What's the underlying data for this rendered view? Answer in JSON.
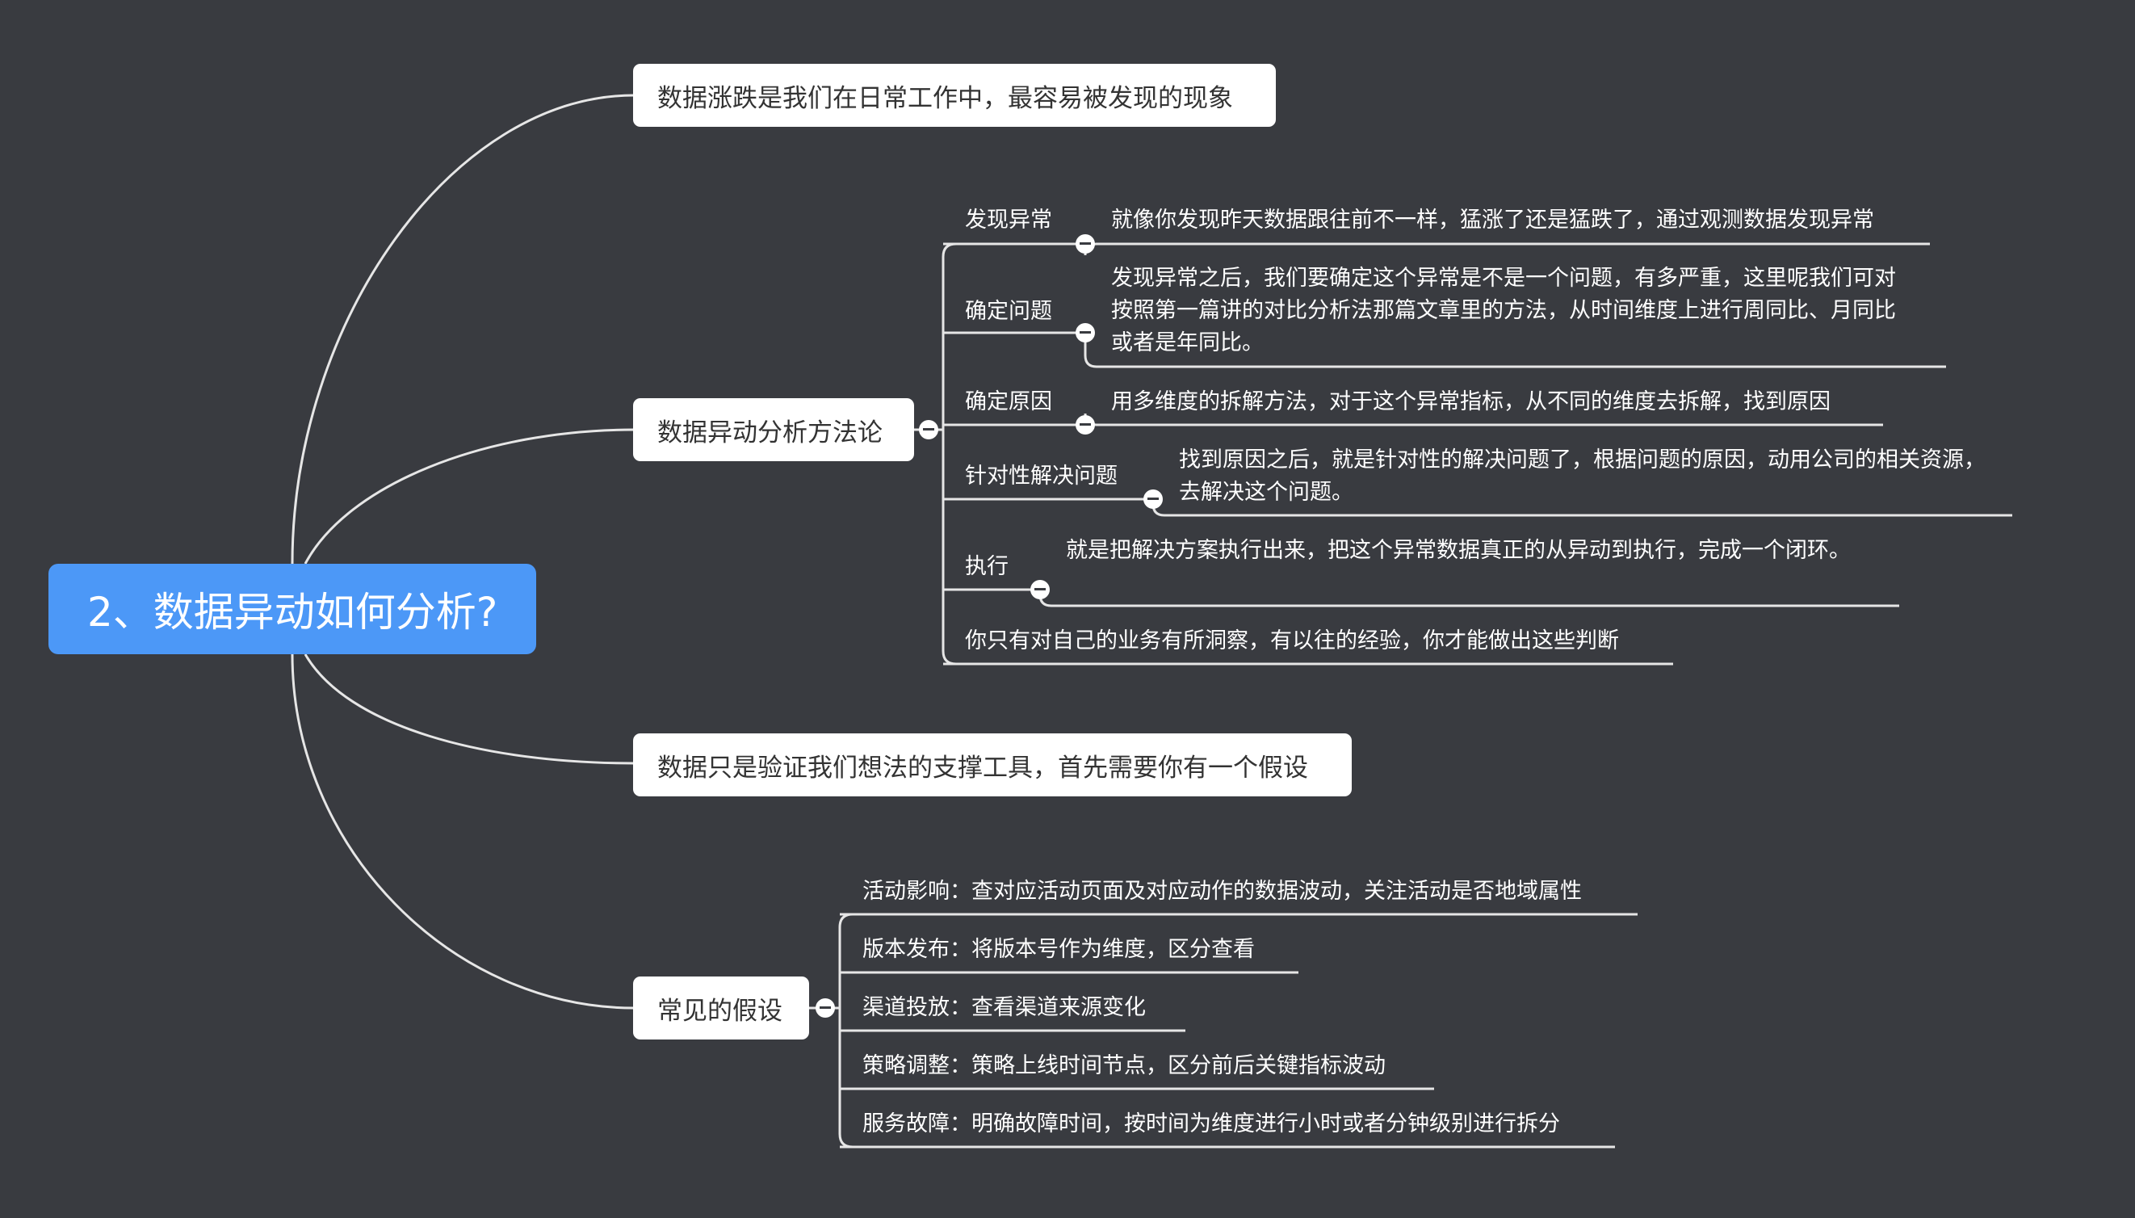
{
  "root": {
    "label": "2、数据异动如何分析?"
  },
  "branches": [
    {
      "label": "数据涨跌是我们在日常工作中，最容易被发现的现象"
    },
    {
      "label": "数据异动分析方法论",
      "children": [
        {
          "label": "发现异常",
          "detail": "就像你发现昨天数据跟往前不一样，猛涨了还是猛跌了，通过观测数据发现异常"
        },
        {
          "label": "确定问题",
          "detail": "发现异常之后，我们要确定这个异常是不是一个问题，有多严重，这里呢我们可对按照第一篇讲的对比分析法那篇文章里的方法，从时间维度上进行周同比、月同比或者是年同比。"
        },
        {
          "label": "确定原因",
          "detail": "用多维度的拆解方法，对于这个异常指标，从不同的维度去拆解，找到原因"
        },
        {
          "label": "针对性解决问题",
          "detail": "找到原因之后，就是针对性的解决问题了，根据问题的原因，动用公司的相关资源，去解决这个问题。"
        },
        {
          "label": "执行",
          "detail": "就是把解决方案执行出来，把这个异常数据真正的从异动到执行，完成一个闭环。"
        },
        {
          "label": "你只有对自己的业务有所洞察，有以往的经验，你才能做出这些判断"
        }
      ]
    },
    {
      "label": "数据只是验证我们想法的支撑工具，首先需要你有一个假设"
    },
    {
      "label": "常见的假设",
      "children": [
        {
          "label": "活动影响：查对应活动页面及对应动作的数据波动，关注活动是否地域属性"
        },
        {
          "label": "版本发布：将版本号作为维度，区分查看"
        },
        {
          "label": "渠道投放：查看渠道来源变化"
        },
        {
          "label": "策略调整：策略上线时间节点，区分前后关键指标波动"
        },
        {
          "label": "服务故障：明确故障时间，按时间为维度进行小时或者分钟级别进行拆分"
        }
      ]
    }
  ]
}
